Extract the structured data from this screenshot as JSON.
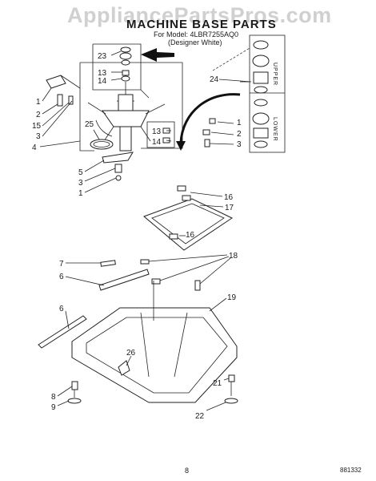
{
  "header": {
    "watermark": "AppliancePartsPros.com",
    "title": "MACHINE BASE PARTS",
    "model_line": "For Model: 4LBR7255AQ0",
    "variant_line": "(Designer White)"
  },
  "footer": {
    "page_number": "8",
    "doc_code": "881332"
  },
  "inset": {
    "upper_label": "UPPER",
    "lower_label": "LOWER"
  },
  "callouts": {
    "c1": "23",
    "c2": "13",
    "c3": "14",
    "c4": "24",
    "c5": "1",
    "c6": "2",
    "c7": "15",
    "c8": "3",
    "c9": "4",
    "c10": "25",
    "c11": "13",
    "c12": "14",
    "c13": "1",
    "c14": "2",
    "c15": "3",
    "c16": "5",
    "c17": "3",
    "c18": "1",
    "c19": "16",
    "c20": "17",
    "c21": "16",
    "c22": "7",
    "c23": "6",
    "c24": "18",
    "c25": "6",
    "c26": "19",
    "c27": "26",
    "c28": "8",
    "c29": "9",
    "c30": "21",
    "c31": "22"
  }
}
